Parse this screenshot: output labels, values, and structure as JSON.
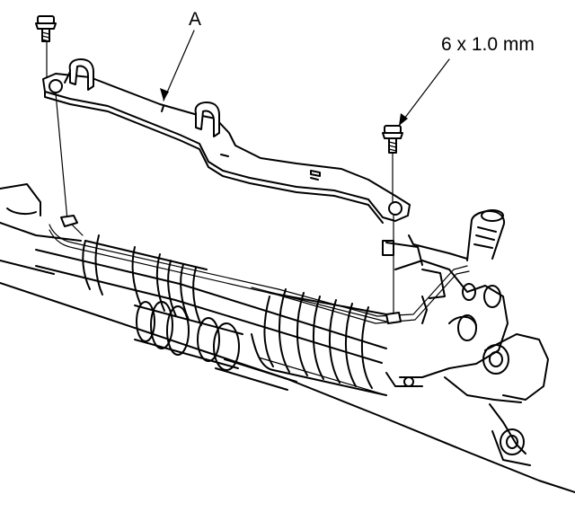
{
  "labels": {
    "part_a": "A",
    "bolt_spec": "6 x 1.0 mm"
  },
  "parts": {
    "bracket": "mounting-bracket",
    "bolt_left": "flange-bolt",
    "bolt_right": "flange-bolt",
    "rack": "steering-gearbox"
  },
  "colors": {
    "line": "#000000",
    "background": "#ffffff"
  }
}
